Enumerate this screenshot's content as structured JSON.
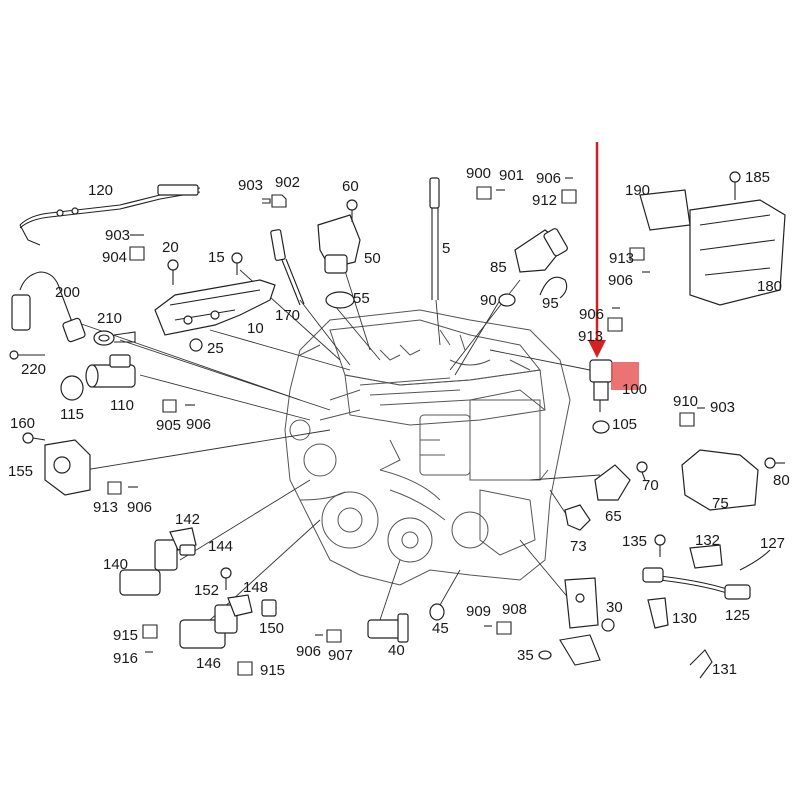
{
  "diagram": {
    "labels": {
      "l5": "5",
      "l10": "10",
      "l15": "15",
      "l20": "20",
      "l25": "25",
      "l30": "30",
      "l35": "35",
      "l40": "40",
      "l45": "45",
      "l50": "50",
      "l55": "55",
      "l60": "60",
      "l65": "65",
      "l70": "70",
      "l73": "73",
      "l75": "75",
      "l80": "80",
      "l85": "85",
      "l90": "90",
      "l95": "95",
      "l100": "100",
      "l105": "105",
      "l110": "110",
      "l115": "115",
      "l120": "120",
      "l125": "125",
      "l127": "127",
      "l130": "130",
      "l131": "131",
      "l132": "132",
      "l135": "135",
      "l140": "140",
      "l142": "142",
      "l144": "144",
      "l146": "146",
      "l148": "148",
      "l150": "150",
      "l152": "152",
      "l155": "155",
      "l160": "160",
      "l170": "170",
      "l180": "180",
      "l185": "185",
      "l190": "190",
      "l200": "200",
      "l210": "210",
      "l220": "220",
      "l900": "900",
      "l901": "901",
      "l902": "902",
      "l903a": "903",
      "l903b": "903",
      "l903c": "903",
      "l904": "904",
      "l905": "905",
      "l906a": "906",
      "l906b": "906",
      "l906c": "906",
      "l906d": "906",
      "l906e": "906",
      "l906f": "906",
      "l907": "907",
      "l908": "908",
      "l909": "909",
      "l910": "910",
      "l912": "912",
      "l913a": "913",
      "l913b": "913",
      "l913c": "913",
      "l915a": "915",
      "l915b": "915",
      "l916": "916"
    },
    "colors": {
      "arrow": "#d42020",
      "highlight": "#e85a5a"
    }
  }
}
